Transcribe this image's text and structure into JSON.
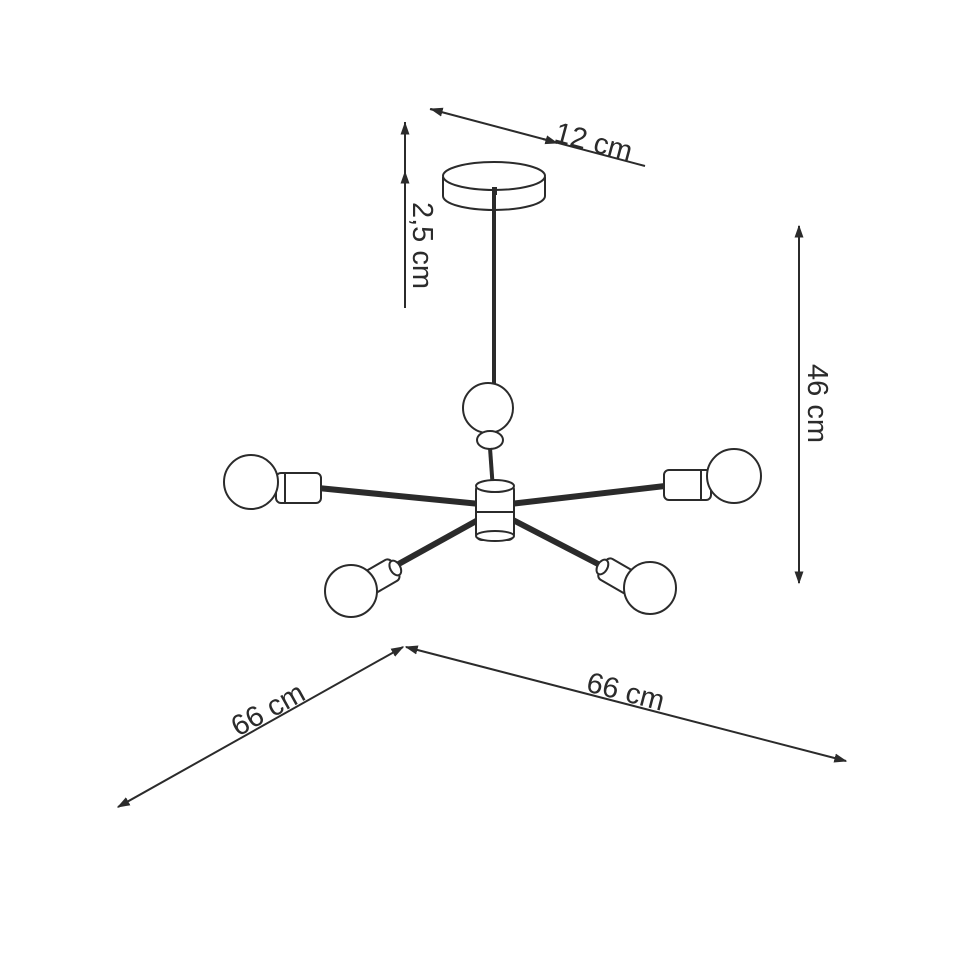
{
  "dimensions": {
    "canopy_diameter": "12 cm",
    "canopy_height": "2,5 cm",
    "total_height": "46 cm",
    "depth": "66 cm",
    "width": "66 cm"
  },
  "colors": {
    "ink": "#2b2b2b",
    "background": "#ffffff"
  }
}
